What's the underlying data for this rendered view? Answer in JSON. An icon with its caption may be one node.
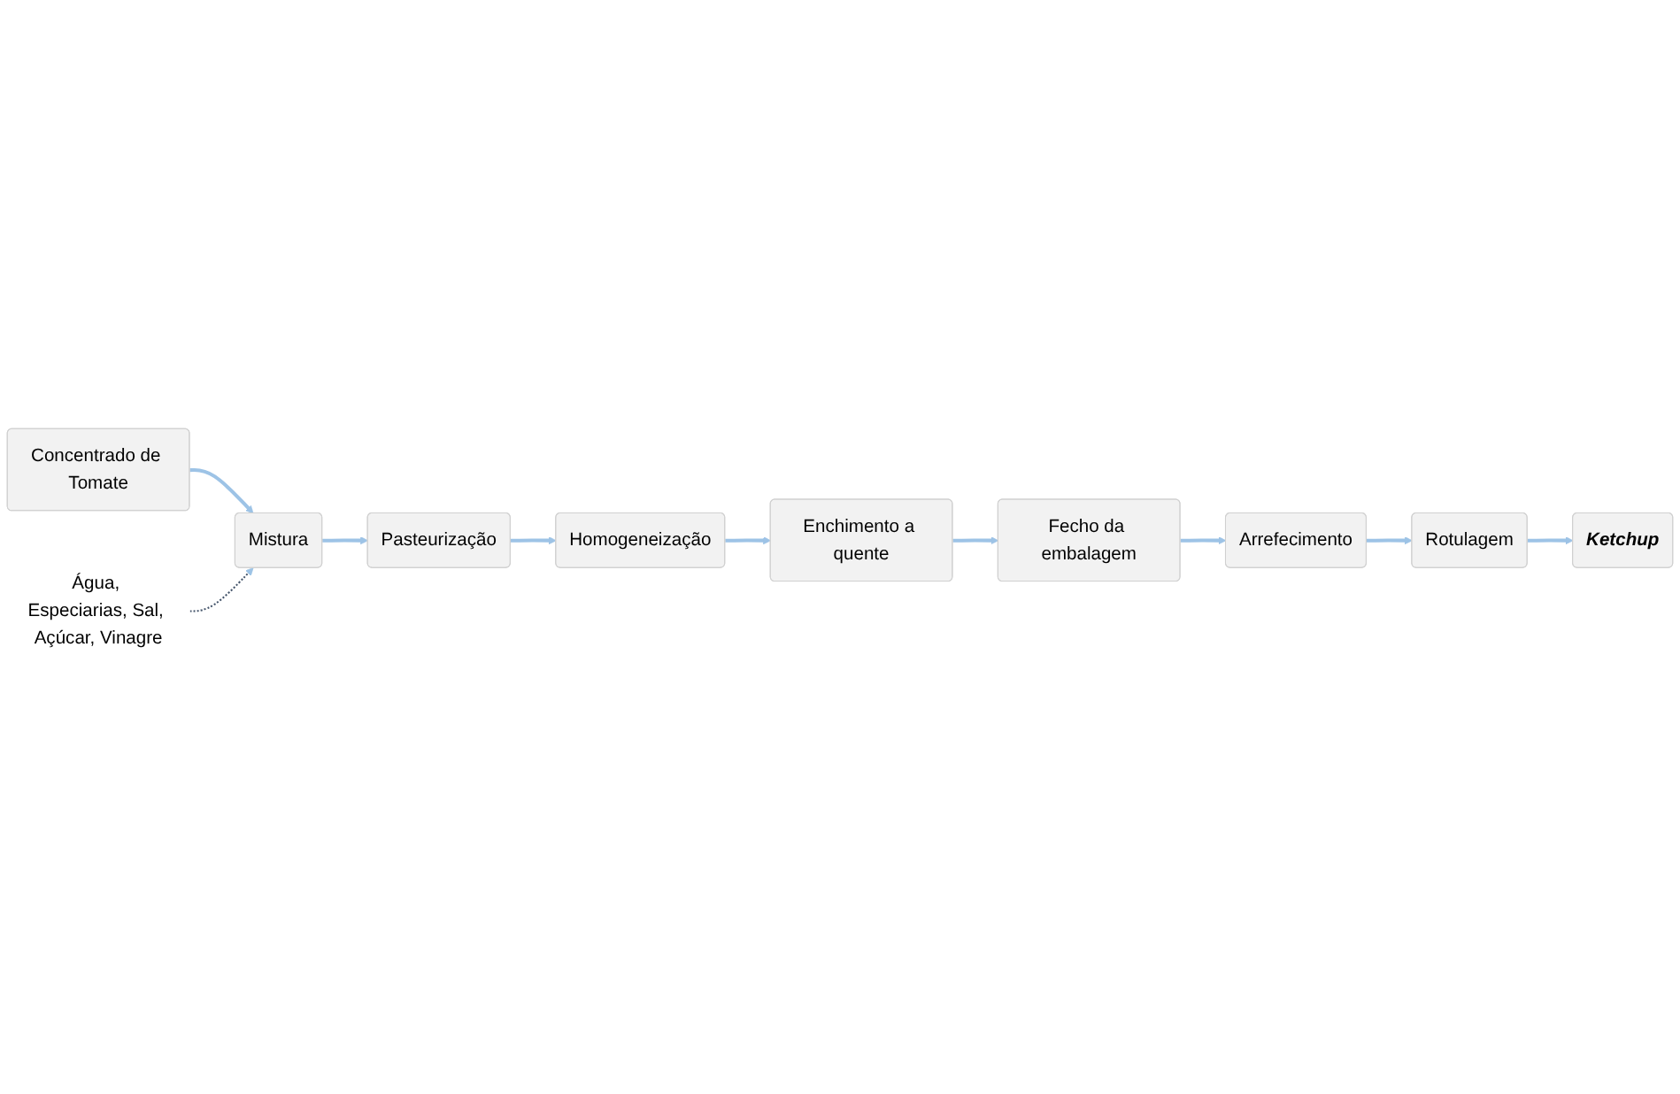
{
  "diagram": {
    "nodes": [
      {
        "text": [
          "Concentrado de Tomate"
        ]
      },
      {
        "text": [
          "Mistura"
        ]
      },
      {
        "text": [
          "Pasteurização"
        ]
      },
      {
        "text": [
          "Água, Especiarias, Sal, Açúcar, Vinagre"
        ]
      },
      {
        "text": [
          "Fecho da embalagem"
        ]
      },
      {
        "text": [
          "Enchimento a quente"
        ]
      },
      {
        "text": [
          "Homogeneização"
        ]
      },
      {
        "text": [
          "Arrefecimento"
        ]
      },
      {
        "text": [
          "Rotulagem"
        ]
      },
      {
        "text": [
          "Ketchup"
        ]
      }
    ],
    "edges": [
      {
        "from": 0,
        "to": 1,
        "arrow": "to"
      },
      {
        "from": 1,
        "to": 2,
        "arrow": "to"
      },
      {
        "from": 3,
        "to": 1,
        "arrow": "to",
        "style": "dashed",
        "color": "#44546a"
      },
      {
        "from": 2,
        "to": 6,
        "arrow": "to"
      },
      {
        "from": 6,
        "to": 5,
        "arrow": "to"
      },
      {
        "from": 5,
        "to": 4,
        "arrow": "to"
      },
      {
        "from": 4,
        "to": 7,
        "arrow": "to"
      },
      {
        "from": 7,
        "to": 8,
        "arrow": "to"
      },
      {
        "from": 8,
        "to": 9,
        "arrow": "to"
      }
    ]
  }
}
